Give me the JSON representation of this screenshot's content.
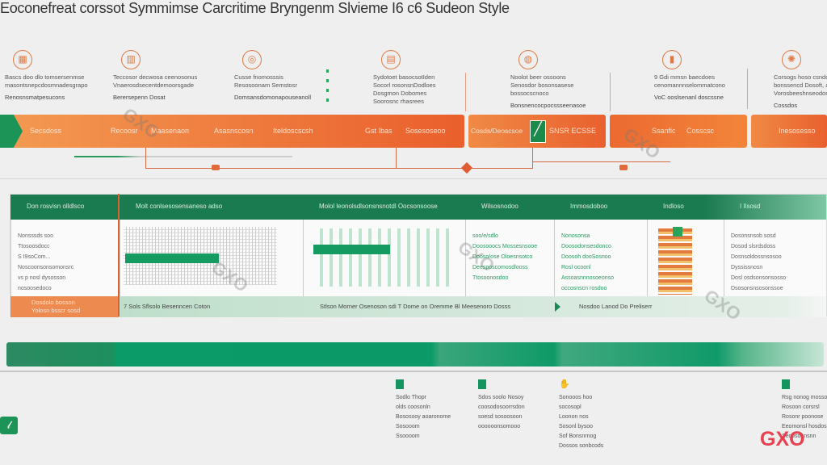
{
  "title": "Eoconefreat corssot Symmimse Carcritime Bryngenm Slvieme I6 c6 Sudeon Style",
  "top_columns": [
    {
      "icon": "building-icon",
      "lines": [
        "Bascs doo dlo tomsersenmse",
        "masontsnepcdosmnadesgrapo"
      ],
      "sub": "Renosnsmatpesucons"
    },
    {
      "icon": "factory-icon",
      "lines": [
        "Teccosor decwosa ceenosonus",
        "Vnaerosdsecentdemoorsgade"
      ],
      "sub": "Berersepenn Dosat"
    },
    {
      "icon": "coin-icon",
      "lines": [
        "Cusse fnomosssis",
        "Resosoonam Semstosr"
      ],
      "sub": "Domsansdomonapouseanoll"
    },
    {
      "icon": "calendar-icon",
      "lines": [
        "Sydotoet basocsotIden",
        "Socorl rosonsnDodloes",
        "Dosgmon Dobomes",
        "Soorosnc rhasrees"
      ],
      "sub": ""
    },
    {
      "icon": "globe-icon",
      "lines": [
        "Noolot beer ossoons",
        "Senosdor bosonsasese",
        "bossocscnoco"
      ],
      "sub": "Bonsnencocpocssseenasoe"
    },
    {
      "icon": "chart-bars-icon",
      "lines": [
        "9 Gdi mmsn baecdoes",
        "cenomannnselommatcono"
      ],
      "sub": "VoC ooslsenanl doscssne"
    },
    {
      "icon": "badge-icon",
      "lines": [
        "Corsogs hoso csndoer",
        "bonssencd Dosoft, aocs",
        "Vorosbeeshnseodomeess"
      ],
      "sub": "Cossdos"
    }
  ],
  "orange_bar": {
    "segments": [
      {
        "labels": [
          "Secsdoss",
          "Recoosr",
          "Maasenaon",
          "Asasnscosn",
          "Iteldoscscsh",
          "Gst Ibas",
          "Sosesoseoo"
        ]
      },
      {
        "labels": [
          "Cosds/Deoscsoe",
          "SNSR ECSSE"
        ]
      },
      {
        "labels": [
          "Ssanfic",
          "Cosscsc"
        ]
      },
      {
        "labels": [
          "Inesosesso"
        ]
      }
    ]
  },
  "table": {
    "headers": [
      "Don rosvisn olldlsco",
      "Molt conlsesosensaneso adso",
      "Molol leonolsdlsonsnsnotdl Oocsonsoose",
      "Wilsosnodoo",
      "Immosdoboo",
      "Indloso",
      "I Ilsosd"
    ],
    "columns": [
      [
        "Nonsssds soo",
        "Ttosoosdocc",
        "S I9soCom...",
        "Noscoonsonsomonsrc",
        "vs p nosl dysosson",
        "nosoosedoco"
      ],
      [],
      [],
      [
        "soo/e/sdlo",
        "Doosooocs Mossesnsooe",
        "Dooso/ose Oloesnsotco",
        "",
        "Deesposcomosdlooss",
        "Ttosoonosdoo"
      ],
      [
        "Nonosonsa",
        "Doosodonsesdonco",
        "Doosoh dooSosnoo",
        "Rosl ocoonl",
        "",
        "Assoasnnnosoeonso",
        "occosnscn rosdoo"
      ],
      [],
      [
        "Dosonsnsob sosd",
        "Dosod slsrdsdoss",
        "Dosnsoldossnsosoo",
        "",
        "Dyssissnosn",
        "Dosl osdsonsonsosso",
        "Dsosonsnsosonssoe"
      ]
    ],
    "footer": [
      "Dosdolo bosson",
      "Yolosn bsscr sosd",
      "7 Sols Sflsolo Besenncen Coton",
      "Stlson Morner Osenoson sdi T Dome on Oremme Bl Meesenoro Dosss",
      "Nosdoo Lanod Do Preliserr"
    ]
  },
  "bottom_items": [
    {
      "lines": [
        "Sodlo Thopr",
        "olds coosonln",
        "Bososooy aoaronome",
        "Sosooom",
        "Ssoooom"
      ]
    },
    {
      "lines": [
        "Sdos soolo Nosoy",
        "coosodosoorrsdon",
        "soesd sosoosoon",
        "oooooonsomooo"
      ]
    },
    {
      "lines": [
        "Sonooos hoo",
        "socosopl",
        "Loonon nos",
        "Sosonl bysoo",
        "Sof Bonsnrnog",
        "Dossos sonbcods"
      ]
    },
    {
      "lines": [
        "Rsg nonog mosso",
        "Rosoon corsrsl",
        "Rosonr poonose",
        "Eeomonsl hosdos",
        "Secosonnsnn"
      ]
    }
  ],
  "brand": "GXO",
  "watermark": "GXO",
  "colors": {
    "orange": "#ea6a33",
    "green": "#138d5e",
    "brand_red": "#e8414f"
  }
}
